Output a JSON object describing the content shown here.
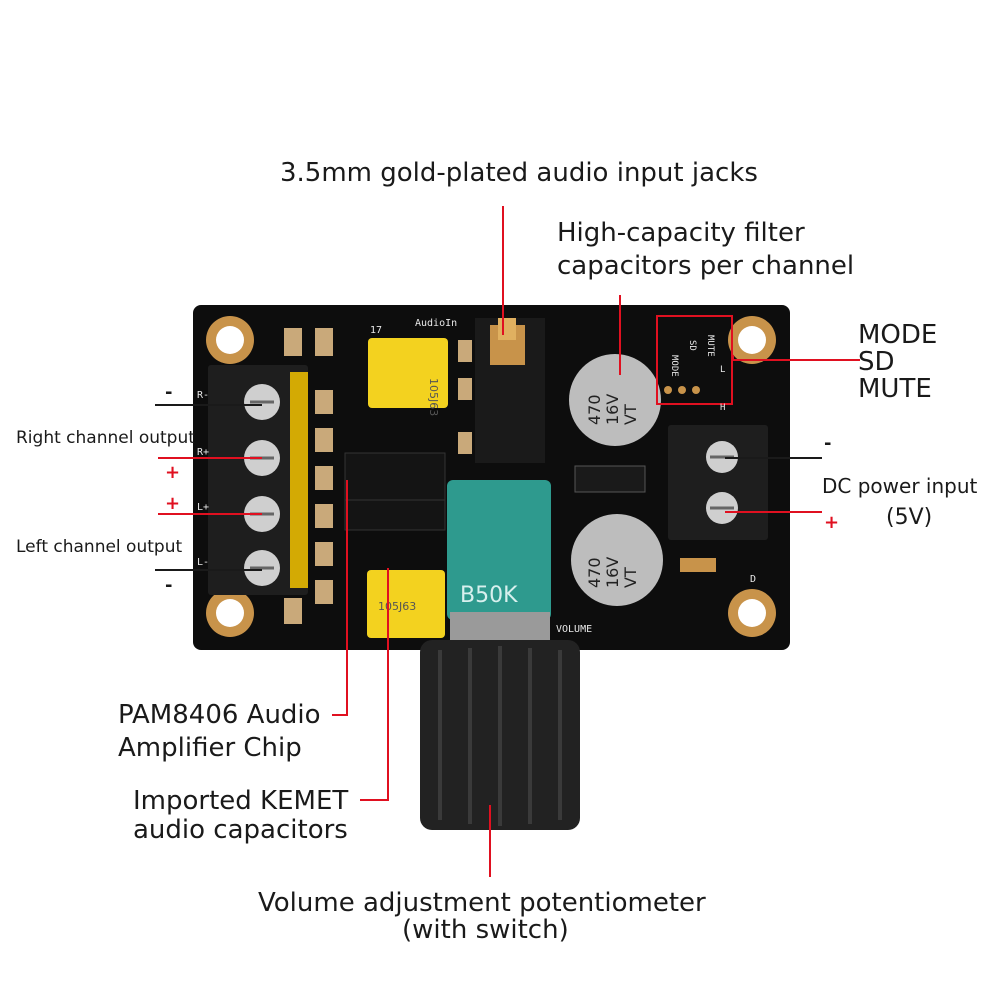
{
  "callouts": {
    "audio_jack": "3.5mm gold-plated audio input jacks",
    "filter_caps_line1": "High-capacity filter",
    "filter_caps_line2": "capacitors per channel",
    "mode": "MODE",
    "sd": "SD",
    "mute": "MUTE",
    "right_output": "Right channel output",
    "left_output": "Left channel output",
    "dc_input": "DC power input",
    "dc_voltage": "(5V)",
    "chip_line1": "PAM8406 Audio",
    "chip_line2": "Amplifier Chip",
    "kemet_line1": "Imported KEMET",
    "kemet_line2": "audio capacitors",
    "pot_line1": "Volume adjustment potentiometer",
    "pot_line2": "(with switch)"
  },
  "polarity": {
    "minus": "-",
    "plus": "+"
  },
  "board_text": {
    "audio_in": "AudioIn",
    "c17": "17",
    "cap_code": "105J63",
    "cap_rating_value": "470",
    "cap_rating_voltage": "16V",
    "cap_rating_series": "VT",
    "pot_value": "B50K",
    "volume": "VOLUME",
    "mode": "MODE",
    "sd": "SD",
    "mute": "MUTE",
    "l": "L",
    "h": "H",
    "d": "D",
    "r_minus": "R-",
    "r_plus": "R+",
    "l_plus": "L+",
    "l_minus": "L-"
  },
  "colors": {
    "pcb": "#0d0d0d",
    "gold_pad": "#c8934a",
    "callout_line": "#e01020",
    "kemet_cap": "#f3d21f",
    "pot_body": "#2e9a8e"
  }
}
